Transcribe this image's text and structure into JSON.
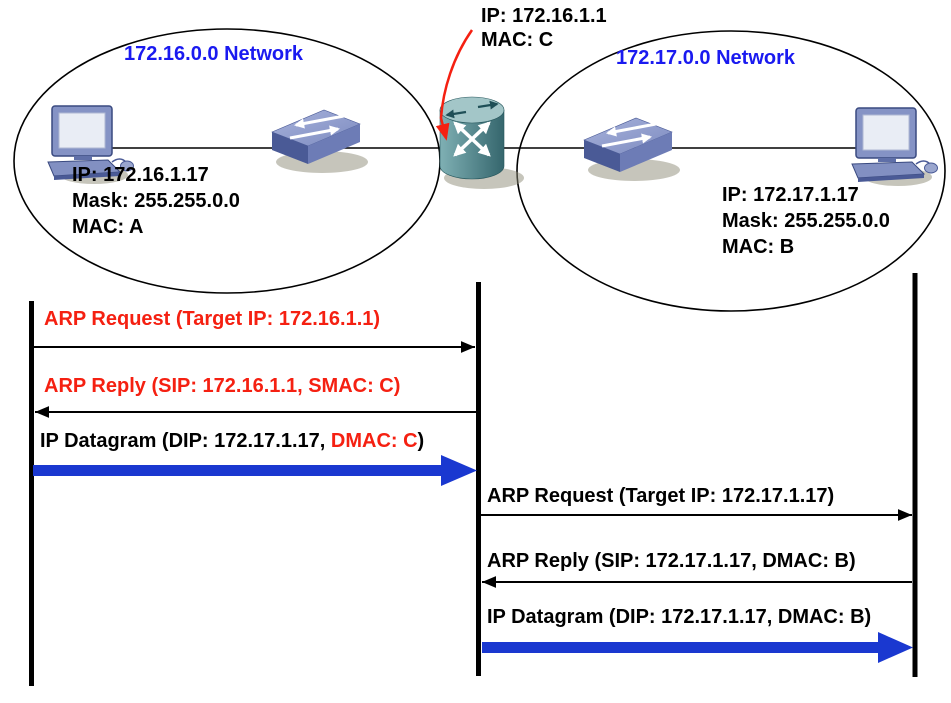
{
  "colors": {
    "network_label_blue": "#1a1af0",
    "message_red": "#f52011",
    "datagram_arrow_blue": "#1a38d0",
    "diagram_black": "#000000"
  },
  "icons": {
    "pc": "pc-icon",
    "switch": "switch-icon",
    "router": "router-icon"
  },
  "topology": {
    "left_network": {
      "label": "172.16.0.0 Network"
    },
    "right_network": {
      "label": "172.17.0.0 Network"
    },
    "host_a": {
      "ip": "IP: 172.16.1.17",
      "mask": "Mask: 255.255.0.0",
      "mac": "MAC: A"
    },
    "host_b": {
      "ip": "IP: 172.17.1.17",
      "mask": "Mask: 255.255.0.0",
      "mac": "MAC: B"
    },
    "router": {
      "ip": "IP: 172.16.1.1",
      "mac": "MAC: C"
    }
  },
  "sequence": {
    "lifelines": [
      "host-a",
      "router",
      "host-b"
    ],
    "messages": [
      {
        "text": "ARP Request (Target IP: 172.16.1.1)",
        "from": "host-a",
        "to": "router",
        "style": "thin-black-arrow",
        "text_color": "red"
      },
      {
        "text": "ARP Reply (SIP: 172.16.1.1, SMAC: C)",
        "from": "router",
        "to": "host-a",
        "style": "thin-black-arrow",
        "text_color": "red"
      },
      {
        "prefix": "IP Datagram (DIP: 172.17.1.17, ",
        "highlight": "DMAC: C",
        "suffix": ")",
        "from": "host-a",
        "to": "router",
        "style": "thick-blue-arrow",
        "text_color": "black-with-red-highlight"
      },
      {
        "text": "ARP Request (Target IP: 172.17.1.17)",
        "from": "router",
        "to": "host-b",
        "style": "thin-black-arrow",
        "text_color": "black"
      },
      {
        "text": "ARP Reply (SIP: 172.17.1.17, DMAC: B)",
        "from": "host-b",
        "to": "router",
        "style": "thin-black-arrow",
        "text_color": "black"
      },
      {
        "text": "IP Datagram (DIP: 172.17.1.17, DMAC: B)",
        "from": "router",
        "to": "host-b",
        "style": "thick-blue-arrow",
        "text_color": "black"
      }
    ]
  }
}
